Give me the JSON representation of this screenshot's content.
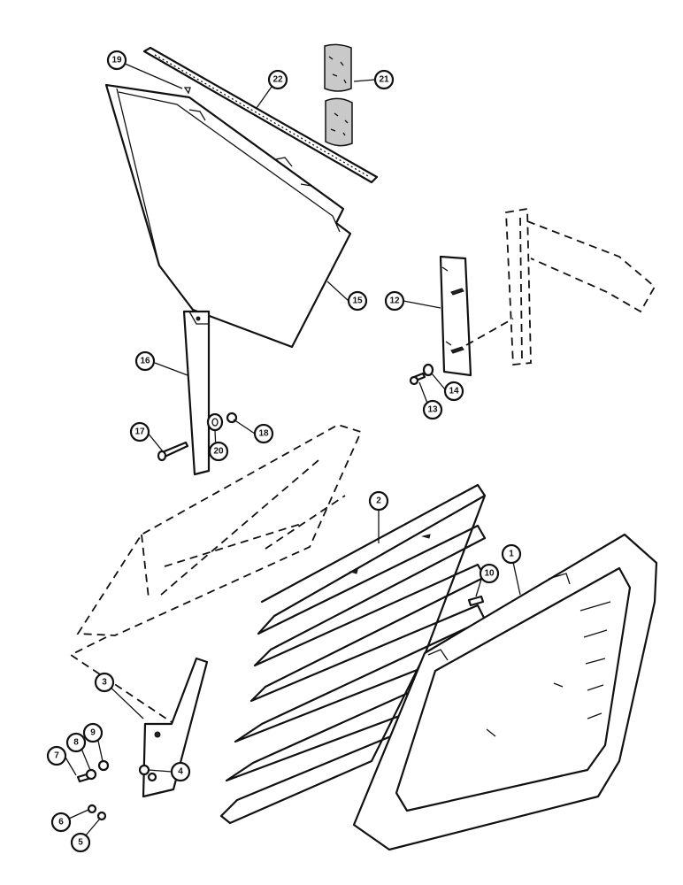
{
  "callouts": [
    {
      "id": "c19",
      "label": "19"
    },
    {
      "id": "c22",
      "label": "22"
    },
    {
      "id": "c21",
      "label": "21"
    },
    {
      "id": "c15",
      "label": "15"
    },
    {
      "id": "c12",
      "label": "12"
    },
    {
      "id": "c14",
      "label": "14"
    },
    {
      "id": "c13",
      "label": "13"
    },
    {
      "id": "c16",
      "label": "16"
    },
    {
      "id": "c17",
      "label": "17"
    },
    {
      "id": "c18",
      "label": "18"
    },
    {
      "id": "c20",
      "label": "20"
    },
    {
      "id": "c2",
      "label": "2"
    },
    {
      "id": "c1",
      "label": "1"
    },
    {
      "id": "c10",
      "label": "10"
    },
    {
      "id": "c3",
      "label": "3"
    },
    {
      "id": "c4",
      "label": "4"
    },
    {
      "id": "c7",
      "label": "7"
    },
    {
      "id": "c8",
      "label": "8"
    },
    {
      "id": "c9",
      "label": "9"
    },
    {
      "id": "c6",
      "label": "6"
    },
    {
      "id": "c5",
      "label": "5"
    }
  ]
}
